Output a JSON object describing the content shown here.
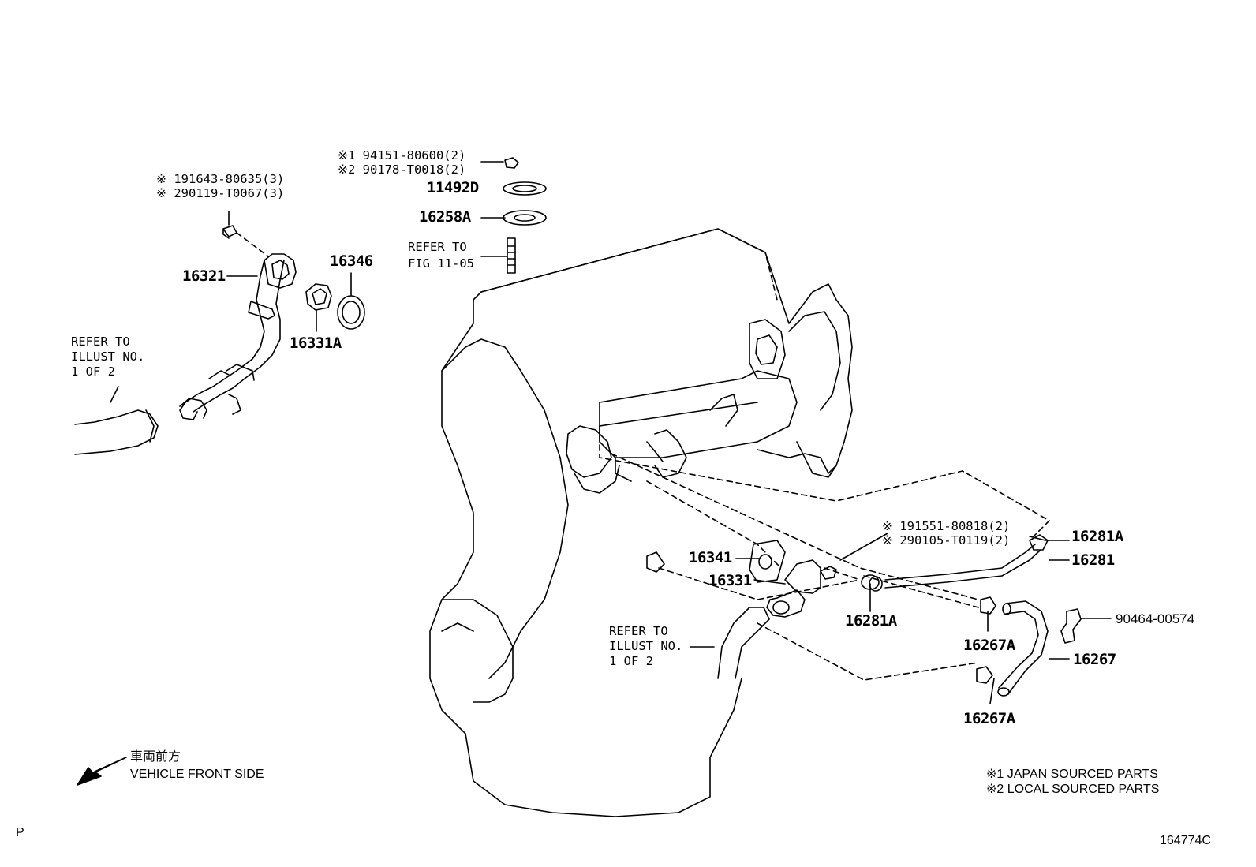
{
  "labels": {
    "p16321": "16321",
    "p16346": "16346",
    "p16331A": "16331A",
    "p11492D": "11492D",
    "p16258A": "16258A",
    "p16341": "16341",
    "p16331": "16331",
    "p16281A_top": "16281A",
    "p16281": "16281",
    "p16281A_low": "16281A",
    "p16267A_top": "16267A",
    "p16267": "16267",
    "p16267A_low": "16267A",
    "p90464": "90464-00574",
    "bolt_a1": "※ 191643-80635(3)",
    "bolt_a2": "※ 290119-T0067(3)",
    "nut_b1": "※1 94151-80600(2)",
    "nut_b2": "※2 90178-T0018(2)",
    "bolt_c1": "※ 191551-80818(2)",
    "bolt_c2": "※ 290105-T0119(2)",
    "refer_fig_1": "REFER TO",
    "refer_fig_2": "FIG 11-05",
    "refer_ill_left_1": "REFER TO",
    "refer_ill_left_2": "ILLUST NO.",
    "refer_ill_left_3": "1 OF 2",
    "refer_ill_mid_1": "REFER TO",
    "refer_ill_mid_2": "ILLUST NO.",
    "refer_ill_mid_3": "1 OF 2",
    "front_jp": "車両前方",
    "front_en": "VEHICLE FRONT SIDE",
    "legend_1": "※1 JAPAN SOURCED PARTS",
    "legend_2": "※2 LOCAL SOURCED PARTS",
    "corner_p": "P",
    "illust_code": "164774C"
  }
}
